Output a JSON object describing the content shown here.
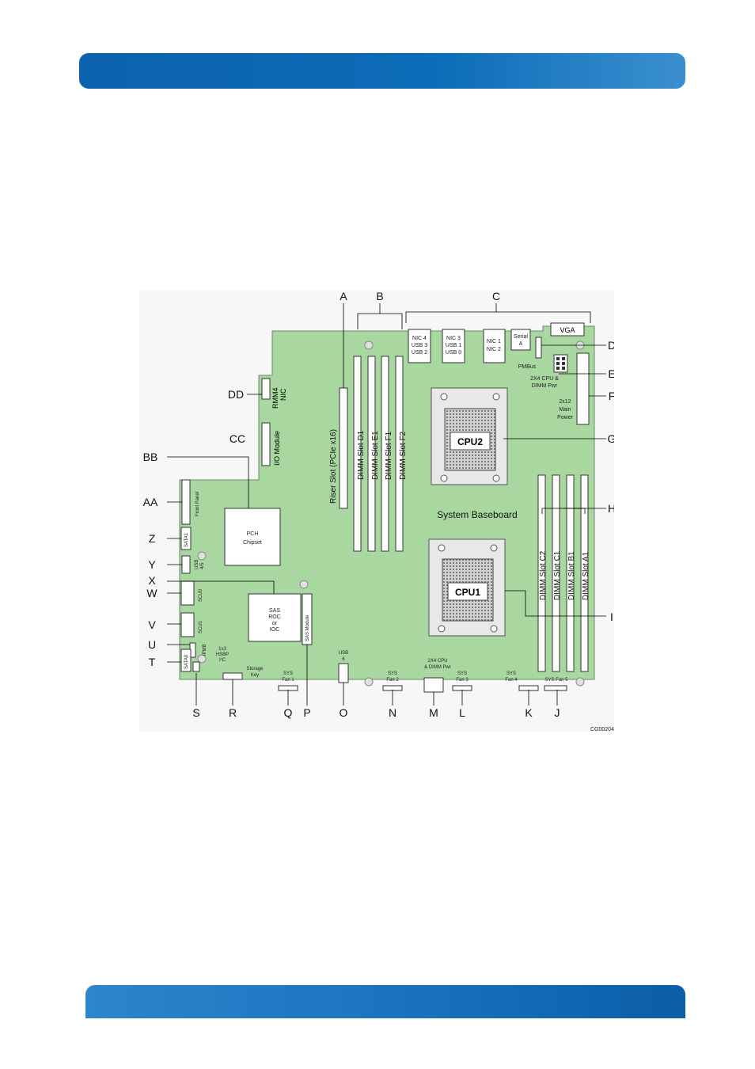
{
  "board": {
    "title": "System Baseboard",
    "figure_id": "CG00204",
    "colors": {
      "board": "#a8d8a0",
      "edge": "#6a8a6a",
      "line": "#000000",
      "banner": "#0d6db8"
    }
  },
  "callouts": {
    "A": "A",
    "B": "B",
    "C": "C",
    "D": "D",
    "E": "E",
    "F": "F",
    "G": "G",
    "H": "H",
    "I": "I",
    "J": "J",
    "K": "K",
    "L": "L",
    "M": "M",
    "N": "N",
    "O": "O",
    "P": "P",
    "Q": "Q",
    "R": "R",
    "S": "S",
    "T": "T",
    "U": "U",
    "V": "V",
    "W": "W",
    "X": "X",
    "Y": "Y",
    "Z": "Z",
    "AA": "AA",
    "BB": "BB",
    "CC": "CC",
    "DD": "DD"
  },
  "components": {
    "vga": "VGA",
    "nic4": [
      "NIC 4",
      "USB 3",
      "USB 2"
    ],
    "nic3": [
      "NIC 3",
      "USB 1",
      "USB 0"
    ],
    "nic1": [
      "NIC 1",
      "NIC 2"
    ],
    "serial": [
      "Serial",
      "A"
    ],
    "pmbus": "PMBus",
    "cpu_pwr_top": [
      "2X4 CPU &",
      "DIMM Pwr"
    ],
    "main_power": [
      "2x12",
      "Main",
      "Power"
    ],
    "cpu2": "CPU2",
    "cpu1": "CPU1",
    "riser": "Riser Slot (PCIe x16)",
    "dimm_d1": "DIMM Slot D1",
    "dimm_e1": "DIMM Slot E1",
    "dimm_f1": "DIMM Slot F1",
    "dimm_f2": "DIMM Slot F2",
    "dimm_c2": "DIMM Slot C2",
    "dimm_c1": "DIMM Slot C1",
    "dimm_b1": "DIMM Slot B1",
    "dimm_a1": "DIMM Slot A1",
    "rmm4": "RMM4",
    "nic": "NIC",
    "io_module": "I/O Module",
    "front_panel": "Front Panel",
    "sata1": "SATA1",
    "usb45": [
      "USB",
      "4/5"
    ],
    "pch": [
      "PCH",
      "Chipset"
    ],
    "sas_roc": [
      "SAS",
      "ROC",
      "or",
      "IOC"
    ],
    "sas_module": "SAS Module",
    "scu0": "SCU0",
    "scu1": "SCU1",
    "ipmb": "IPMB",
    "hsbp": [
      "1x3",
      "HSBP",
      "I²C"
    ],
    "sata0": "SATA0",
    "storage_key": [
      "Storage",
      "Key"
    ],
    "usb6": [
      "USB",
      "6"
    ],
    "sys_fan1": [
      "SYS",
      "Fan 1"
    ],
    "sys_fan2": [
      "SYS",
      "Fan 2"
    ],
    "cpu_pwr_bottom": [
      "2X4 CPU",
      "& DIMM Pwr"
    ],
    "sys_fan3": [
      "SYS",
      "Fan 3"
    ],
    "sys_fan4": [
      "SYS",
      "Fan 4"
    ],
    "sys_fan5": "SYS Fan 5"
  }
}
